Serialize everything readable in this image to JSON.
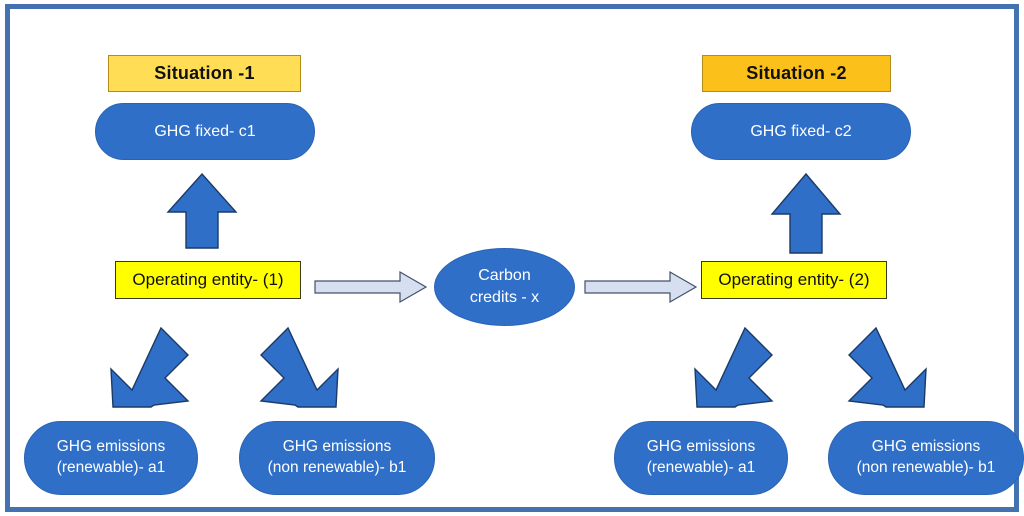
{
  "diagram": {
    "title_hidden": "",
    "colors": {
      "frame_border": "#4472b0",
      "pill_blue": "#2f6fc8",
      "situation_yellow_1": "#ffdd55",
      "situation_yellow_2": "#fbc11a",
      "entity_yellow": "#ffff00",
      "block_arrow_blue": "#2f6fc8",
      "connector_arrow_gray": "#d6dff0"
    },
    "left_group": {
      "situation_label": "Situation -1",
      "ghg_fixed_label": "GHG fixed- c1",
      "entity_label": "Operating entity- (1)",
      "emission_renewable_line1": "GHG  emissions",
      "emission_renewable_line2": "(renewable)- a1",
      "emission_nonrenewable_line1": "GHG  emissions",
      "emission_nonrenewable_line2": "(non renewable)- b1"
    },
    "center": {
      "carbon_credits_line1": "Carbon",
      "carbon_credits_line2": "credits - x"
    },
    "right_group": {
      "situation_label": "Situation -2",
      "ghg_fixed_label": "GHG fixed- c2",
      "entity_label": "Operating entity- (2)",
      "emission_renewable_line1": "GHG  emissions",
      "emission_renewable_line2": "(renewable)- a1",
      "emission_nonrenewable_line1": "GHG  emissions",
      "emission_nonrenewable_line2": "(non renewable)- b1"
    },
    "arrows": {
      "up_left": "up-block-arrow",
      "up_right": "up-block-arrow",
      "entity1_to_credits": "right-connector-arrow",
      "credits_to_entity2": "right-connector-arrow",
      "left_down_left": "down-left-block-arrow",
      "left_down_right": "down-right-block-arrow",
      "right_down_left": "down-left-block-arrow",
      "right_down_right": "down-right-block-arrow"
    }
  }
}
